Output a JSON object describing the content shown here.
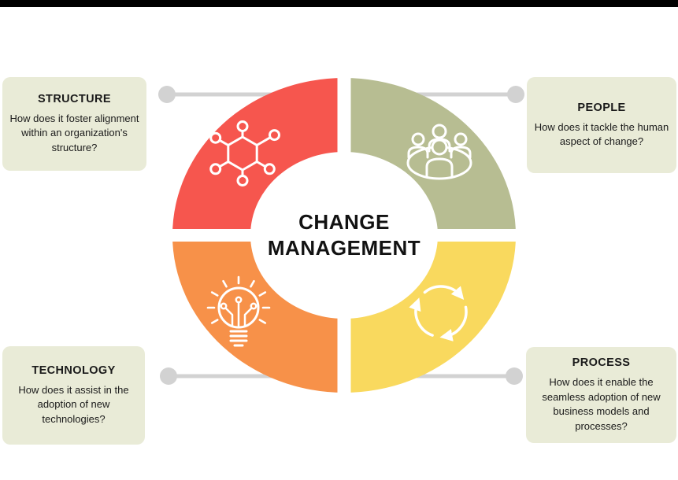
{
  "colors": {
    "topbar": "#000000",
    "red": "#f6564e",
    "olive": "#b7bd92",
    "orange": "#f79149",
    "yellow": "#f9d95e",
    "card_bg": "#e9ebd7",
    "connector": "#d2d2d2",
    "text": "#1a1a1a",
    "icon": "#ffffff",
    "title": "#121212"
  },
  "center": {
    "line1": "CHANGE",
    "line2": "MANAGEMENT"
  },
  "quadrants": [
    {
      "name": "structure",
      "position": "top-left",
      "color": "#f6564e",
      "icon": "molecule-network-icon"
    },
    {
      "name": "people",
      "position": "top-right",
      "color": "#b7bd92",
      "icon": "people-group-icon"
    },
    {
      "name": "technology",
      "position": "bottom-left",
      "color": "#f79149",
      "icon": "lightbulb-circuit-icon"
    },
    {
      "name": "process",
      "position": "bottom-right",
      "color": "#f9d95e",
      "icon": "cycle-arrows-icon"
    }
  ],
  "cards": [
    {
      "title": "STRUCTURE",
      "body": "How does it foster alignment within an organization's structure?"
    },
    {
      "title": "PEOPLE",
      "body": "How does it tackle the human aspect of change?"
    },
    {
      "title": "TECHNOLOGY",
      "body": "How does it assist in the adoption of new technologies?"
    },
    {
      "title": "PROCESS",
      "body": "How does it enable the seamless adoption of new business models and processes?"
    }
  ]
}
